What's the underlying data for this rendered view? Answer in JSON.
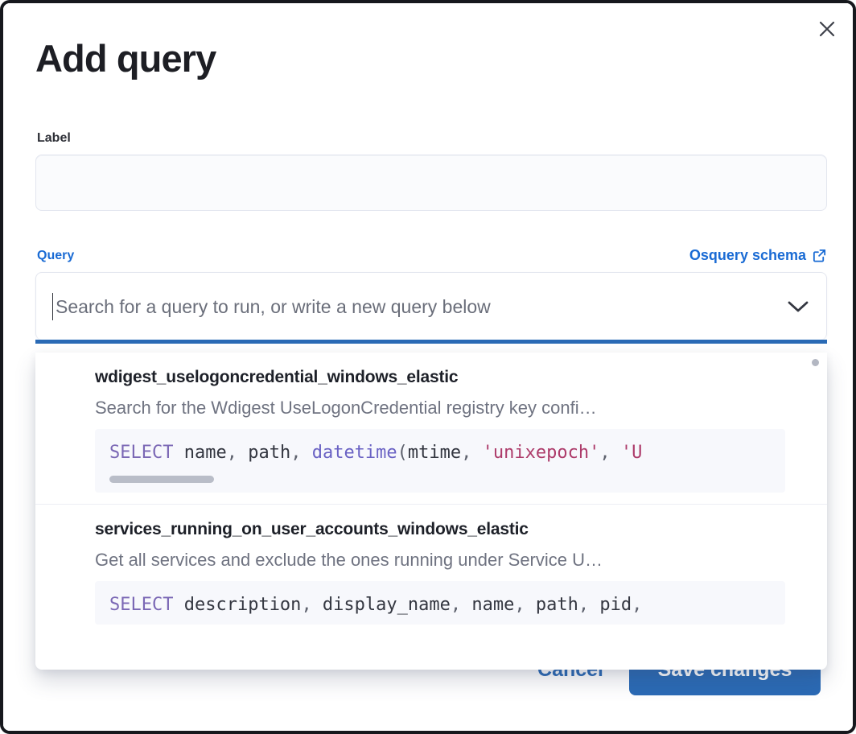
{
  "window": {
    "close_icon": "close-icon"
  },
  "modal": {
    "title": "Add query",
    "label_field": {
      "label": "Label",
      "value": "",
      "placeholder": ""
    },
    "query_field": {
      "label": "Query",
      "schema_link": "Osquery schema",
      "schema_link_icon": "external-link-icon",
      "placeholder": "Search for a query to run, or write a new query below",
      "value": "",
      "caret_visible": true,
      "expand_icon": "chevron-down-icon"
    },
    "footer": {
      "cancel_label": "Cancel",
      "save_label": "Save changes"
    }
  },
  "dropdown": {
    "visible": true,
    "options": [
      {
        "title": "wdigest_uselogoncredential_windows_elastic",
        "description": "Search for the Wdigest UseLogonCredential registry key confi…",
        "code_tokens": [
          {
            "text": "SELECT",
            "type": "keyword"
          },
          {
            "text": " name",
            "type": "plain"
          },
          {
            "text": ",",
            "type": "punctuation"
          },
          {
            "text": " path",
            "type": "plain"
          },
          {
            "text": ",",
            "type": "punctuation"
          },
          {
            "text": " ",
            "type": "plain"
          },
          {
            "text": "datetime",
            "type": "function"
          },
          {
            "text": "(",
            "type": "punctuation"
          },
          {
            "text": "mtime",
            "type": "plain"
          },
          {
            "text": ",",
            "type": "punctuation"
          },
          {
            "text": " ",
            "type": "plain"
          },
          {
            "text": "'unixepoch'",
            "type": "string"
          },
          {
            "text": ",",
            "type": "punctuation"
          },
          {
            "text": " ",
            "type": "plain"
          },
          {
            "text": "'U",
            "type": "string"
          }
        ],
        "code_text": "SELECT name, path, datetime(mtime, 'unixepoch', 'U",
        "has_scrollbar": true
      },
      {
        "title": "services_running_on_user_accounts_windows_elastic",
        "description": "Get all services and exclude the ones running under Service U…",
        "code_tokens": [
          {
            "text": "SELECT",
            "type": "keyword"
          },
          {
            "text": " description",
            "type": "plain"
          },
          {
            "text": ",",
            "type": "punctuation"
          },
          {
            "text": " display_name",
            "type": "plain"
          },
          {
            "text": ",",
            "type": "punctuation"
          },
          {
            "text": " name",
            "type": "plain"
          },
          {
            "text": ",",
            "type": "punctuation"
          },
          {
            "text": " path",
            "type": "plain"
          },
          {
            "text": ",",
            "type": "punctuation"
          },
          {
            "text": " pid",
            "type": "plain"
          },
          {
            "text": ",",
            "type": "punctuation"
          }
        ],
        "code_text": "SELECT description, display_name, name, path, pid,",
        "has_scrollbar": false
      }
    ]
  },
  "colors": {
    "accent_blue": "#2a6ab5",
    "link_blue": "#1a6bd4",
    "text_dark": "#1d2028",
    "text_muted": "#6f7381",
    "code_bg": "#f7f8fc",
    "keyword_purple": "#7b68b5",
    "string_red": "#ad3b6a"
  }
}
